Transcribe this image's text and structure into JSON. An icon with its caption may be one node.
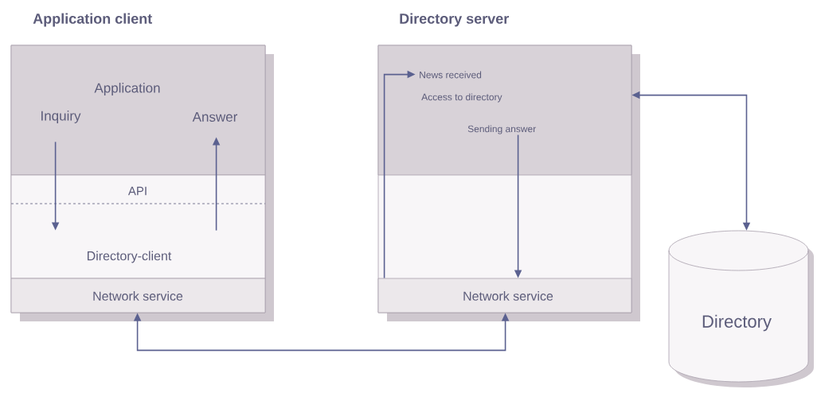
{
  "diagram": {
    "nodes": [
      {
        "text": [
          "Application client"
        ]
      },
      {
        "text": [
          "Application",
          "Inquiry",
          "Answer"
        ],
        "in": 0
      },
      {
        "text": [
          "API",
          "Directory-client"
        ],
        "in": 0
      },
      {
        "text": [
          "Network service"
        ],
        "in": 0
      },
      {
        "text": [
          "Directory server"
        ]
      },
      {
        "text": [
          "News received",
          "Access to directory",
          "Sending answer"
        ],
        "in": 4
      },
      {
        "text": [
          "Network service"
        ],
        "in": 4
      },
      {
        "text": [
          "Directory"
        ]
      }
    ],
    "edges": [
      {
        "from": 1,
        "to": 2,
        "arrow": "to"
      },
      {
        "from": 2,
        "to": 1,
        "arrow": "to"
      },
      {
        "from": 5,
        "to": 6,
        "arrow": "to"
      },
      {
        "from": 6,
        "to": 5,
        "arrow": "to"
      },
      {
        "from": 4,
        "to": 7,
        "arrow": "both"
      },
      {
        "from": 3,
        "to": 6,
        "arrow": "both"
      }
    ]
  }
}
